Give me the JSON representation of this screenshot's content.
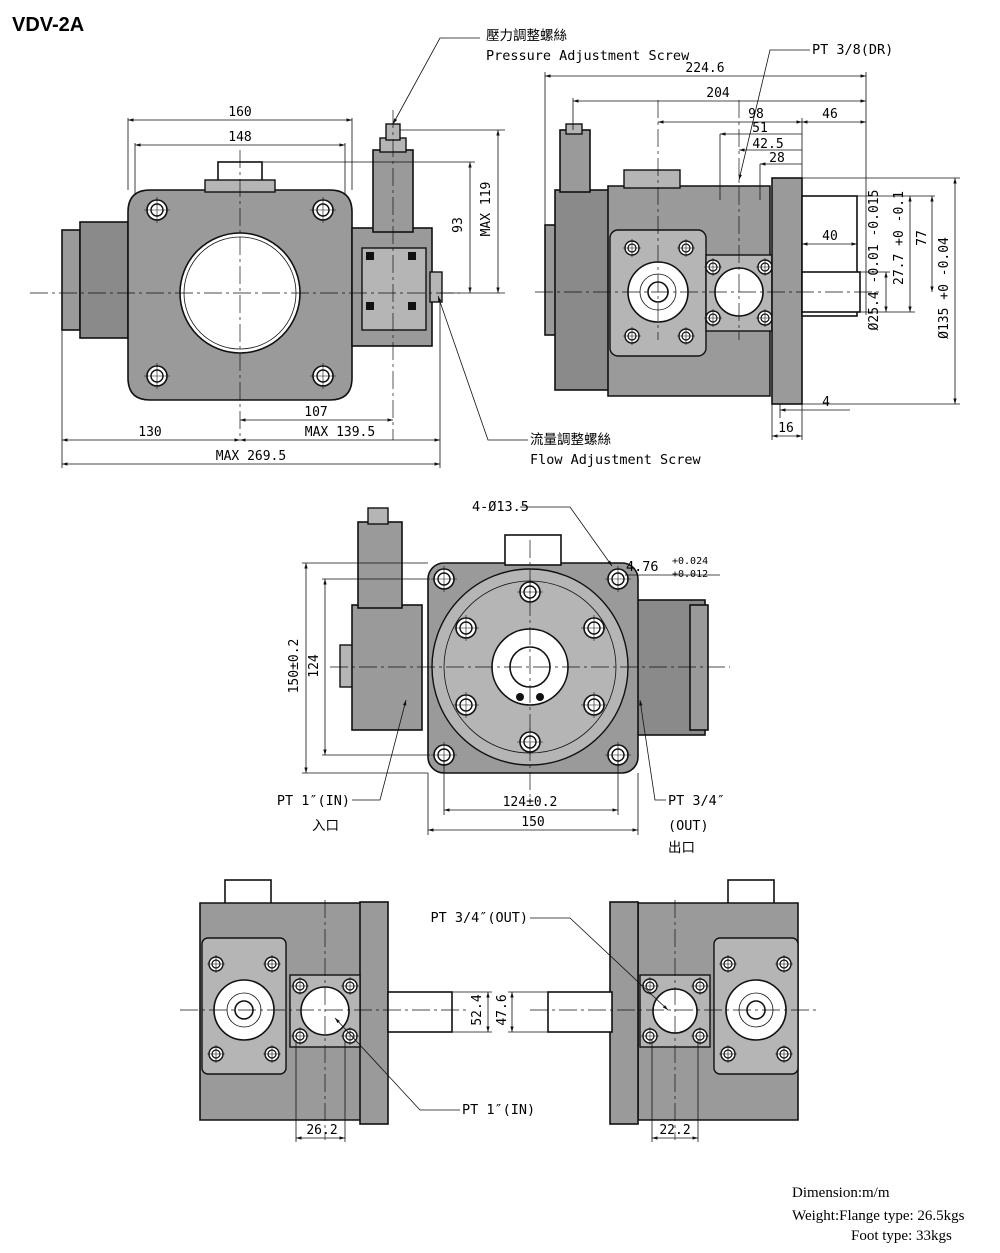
{
  "title": "VDV-2A",
  "labels": {
    "pressure_cn": "壓力調整螺絲",
    "pressure_en": "Pressure Adjustment Screw",
    "flow_cn": "流量調整螺絲",
    "flow_en": "Flow Adjustment Screw",
    "pt38dr": "PT 3/8(DR)",
    "holes": "4-Ø13.5",
    "key": "4.76",
    "key_tol_upper": "+0.024",
    "key_tol_lower": "+0.012",
    "pt1in": "PT 1″(IN)",
    "inlet_cn": "入口",
    "pt34": "PT 3/4″",
    "out": "(OUT)",
    "outlet_cn": "出口",
    "pt34out": "PT 3/4″(OUT)"
  },
  "dims": {
    "front_width_160": "160",
    "front_width_148": "148",
    "height_93": "93",
    "max_119": "MAX 119",
    "d107": "107",
    "d130": "130",
    "max_139_5": "MAX 139.5",
    "max_269_5": "MAX 269.5",
    "d224_6": "224.6",
    "d204": "204",
    "d98": "98",
    "d46": "46",
    "d51": "51",
    "d42_5": "42.5",
    "d28": "28",
    "d40": "40",
    "d25_4": "Ø25.4 -0.01 -0.015",
    "d27_7": "27.7 +0 -0.1",
    "d77": "77",
    "d135": "Ø135 +0 -0.04",
    "d4": "4",
    "d16": "16",
    "d150_tol": "150±0.2",
    "d124": "124",
    "d124_tol": "124±0.2",
    "d150": "150",
    "d52_4": "52.4",
    "d26_2": "26.2",
    "d47_6": "47.6",
    "d22_2": "22.2"
  },
  "notes": {
    "dimension": "Dimension:m/m",
    "weight_flange": "Weight:Flange type: 26.5kgs",
    "weight_foot": "Foot type: 33kgs"
  }
}
